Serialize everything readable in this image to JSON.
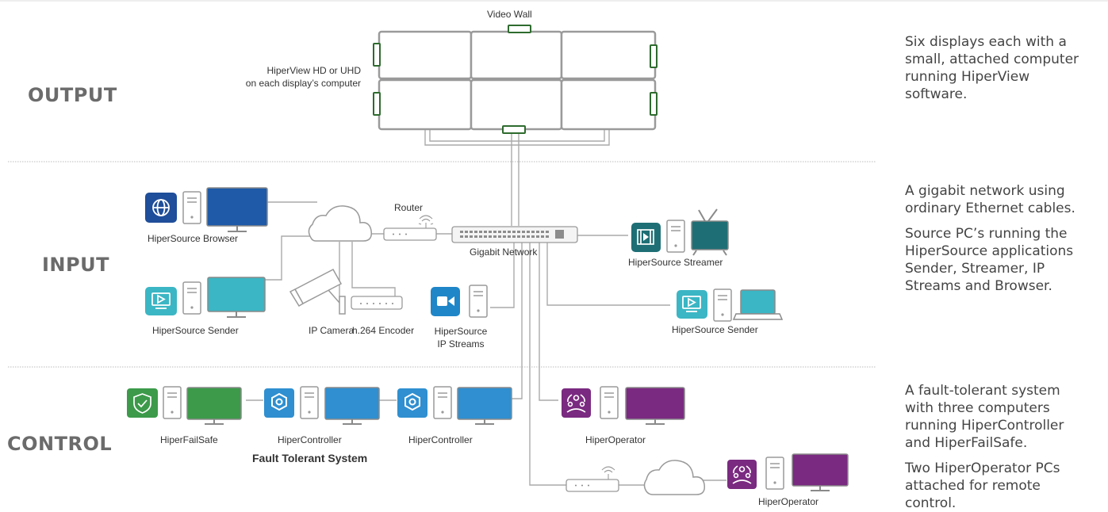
{
  "sections": {
    "output": "OUTPUT",
    "input": "INPUT",
    "control": "CONTROL"
  },
  "labels": {
    "video_wall": "Video Wall",
    "hiperview_note": "HiperView HD or UHD\non each display’s computer",
    "router": "Router",
    "gigabit_network": "Gigabit Network",
    "hipersource_browser": "HiperSource Browser",
    "hipersource_sender_left": "HiperSource Sender",
    "ip_camera": "IP Camera",
    "h264_encoder": "h.264 Encoder",
    "hipersource_ip_streams": "HiperSource\nIP Streams",
    "hipersource_streamer": "HiperSource Streamer",
    "hipersource_sender_right": "HiperSource Sender",
    "hiperfailsafe": "HiperFailSafe",
    "hipercontroller_1": "HiperController",
    "hipercontroller_2": "HiperController",
    "fault_tolerant": "Fault Tolerant System",
    "hiperoperator_1": "HiperOperator",
    "hiperoperator_2": "HiperOperator"
  },
  "descriptions": {
    "output": "Six displays each with a\nsmall, attached computer\nrunning HiperView\nsoftware.",
    "input_network": "A gigabit network using\nordinary Ethernet cables.",
    "input_sources": "Source PC’s running the\nHiperSource applications\nSender, Streamer, IP\nStreams and Browser.",
    "control_system": "A fault-tolerant system\nwith three computers\nrunning HiperController\nand HiperFailSafe.",
    "control_operators": "Two HiperOperator PCs\nattached for remote\ncontrol."
  },
  "icons": {
    "browser": "globe-icon",
    "sender": "screen-play-icon",
    "streamer": "film-icon",
    "ip_streams": "video-camera-icon",
    "failsafe": "shield-check-icon",
    "controller": "controller-icon",
    "operator": "people-icon"
  },
  "colors": {
    "browser": "#1f4e9a",
    "browser_screen": "#1e5aa8",
    "sender": "#3bb6c4",
    "streamer": "#1e6f75",
    "ip_streams": "#1f86c8",
    "failsafe": "#3c9a4a",
    "controller": "#2f8fd0",
    "operator": "#7a2a80",
    "wall_marker": "#2e6b2e",
    "line": "#aaaaaa"
  }
}
